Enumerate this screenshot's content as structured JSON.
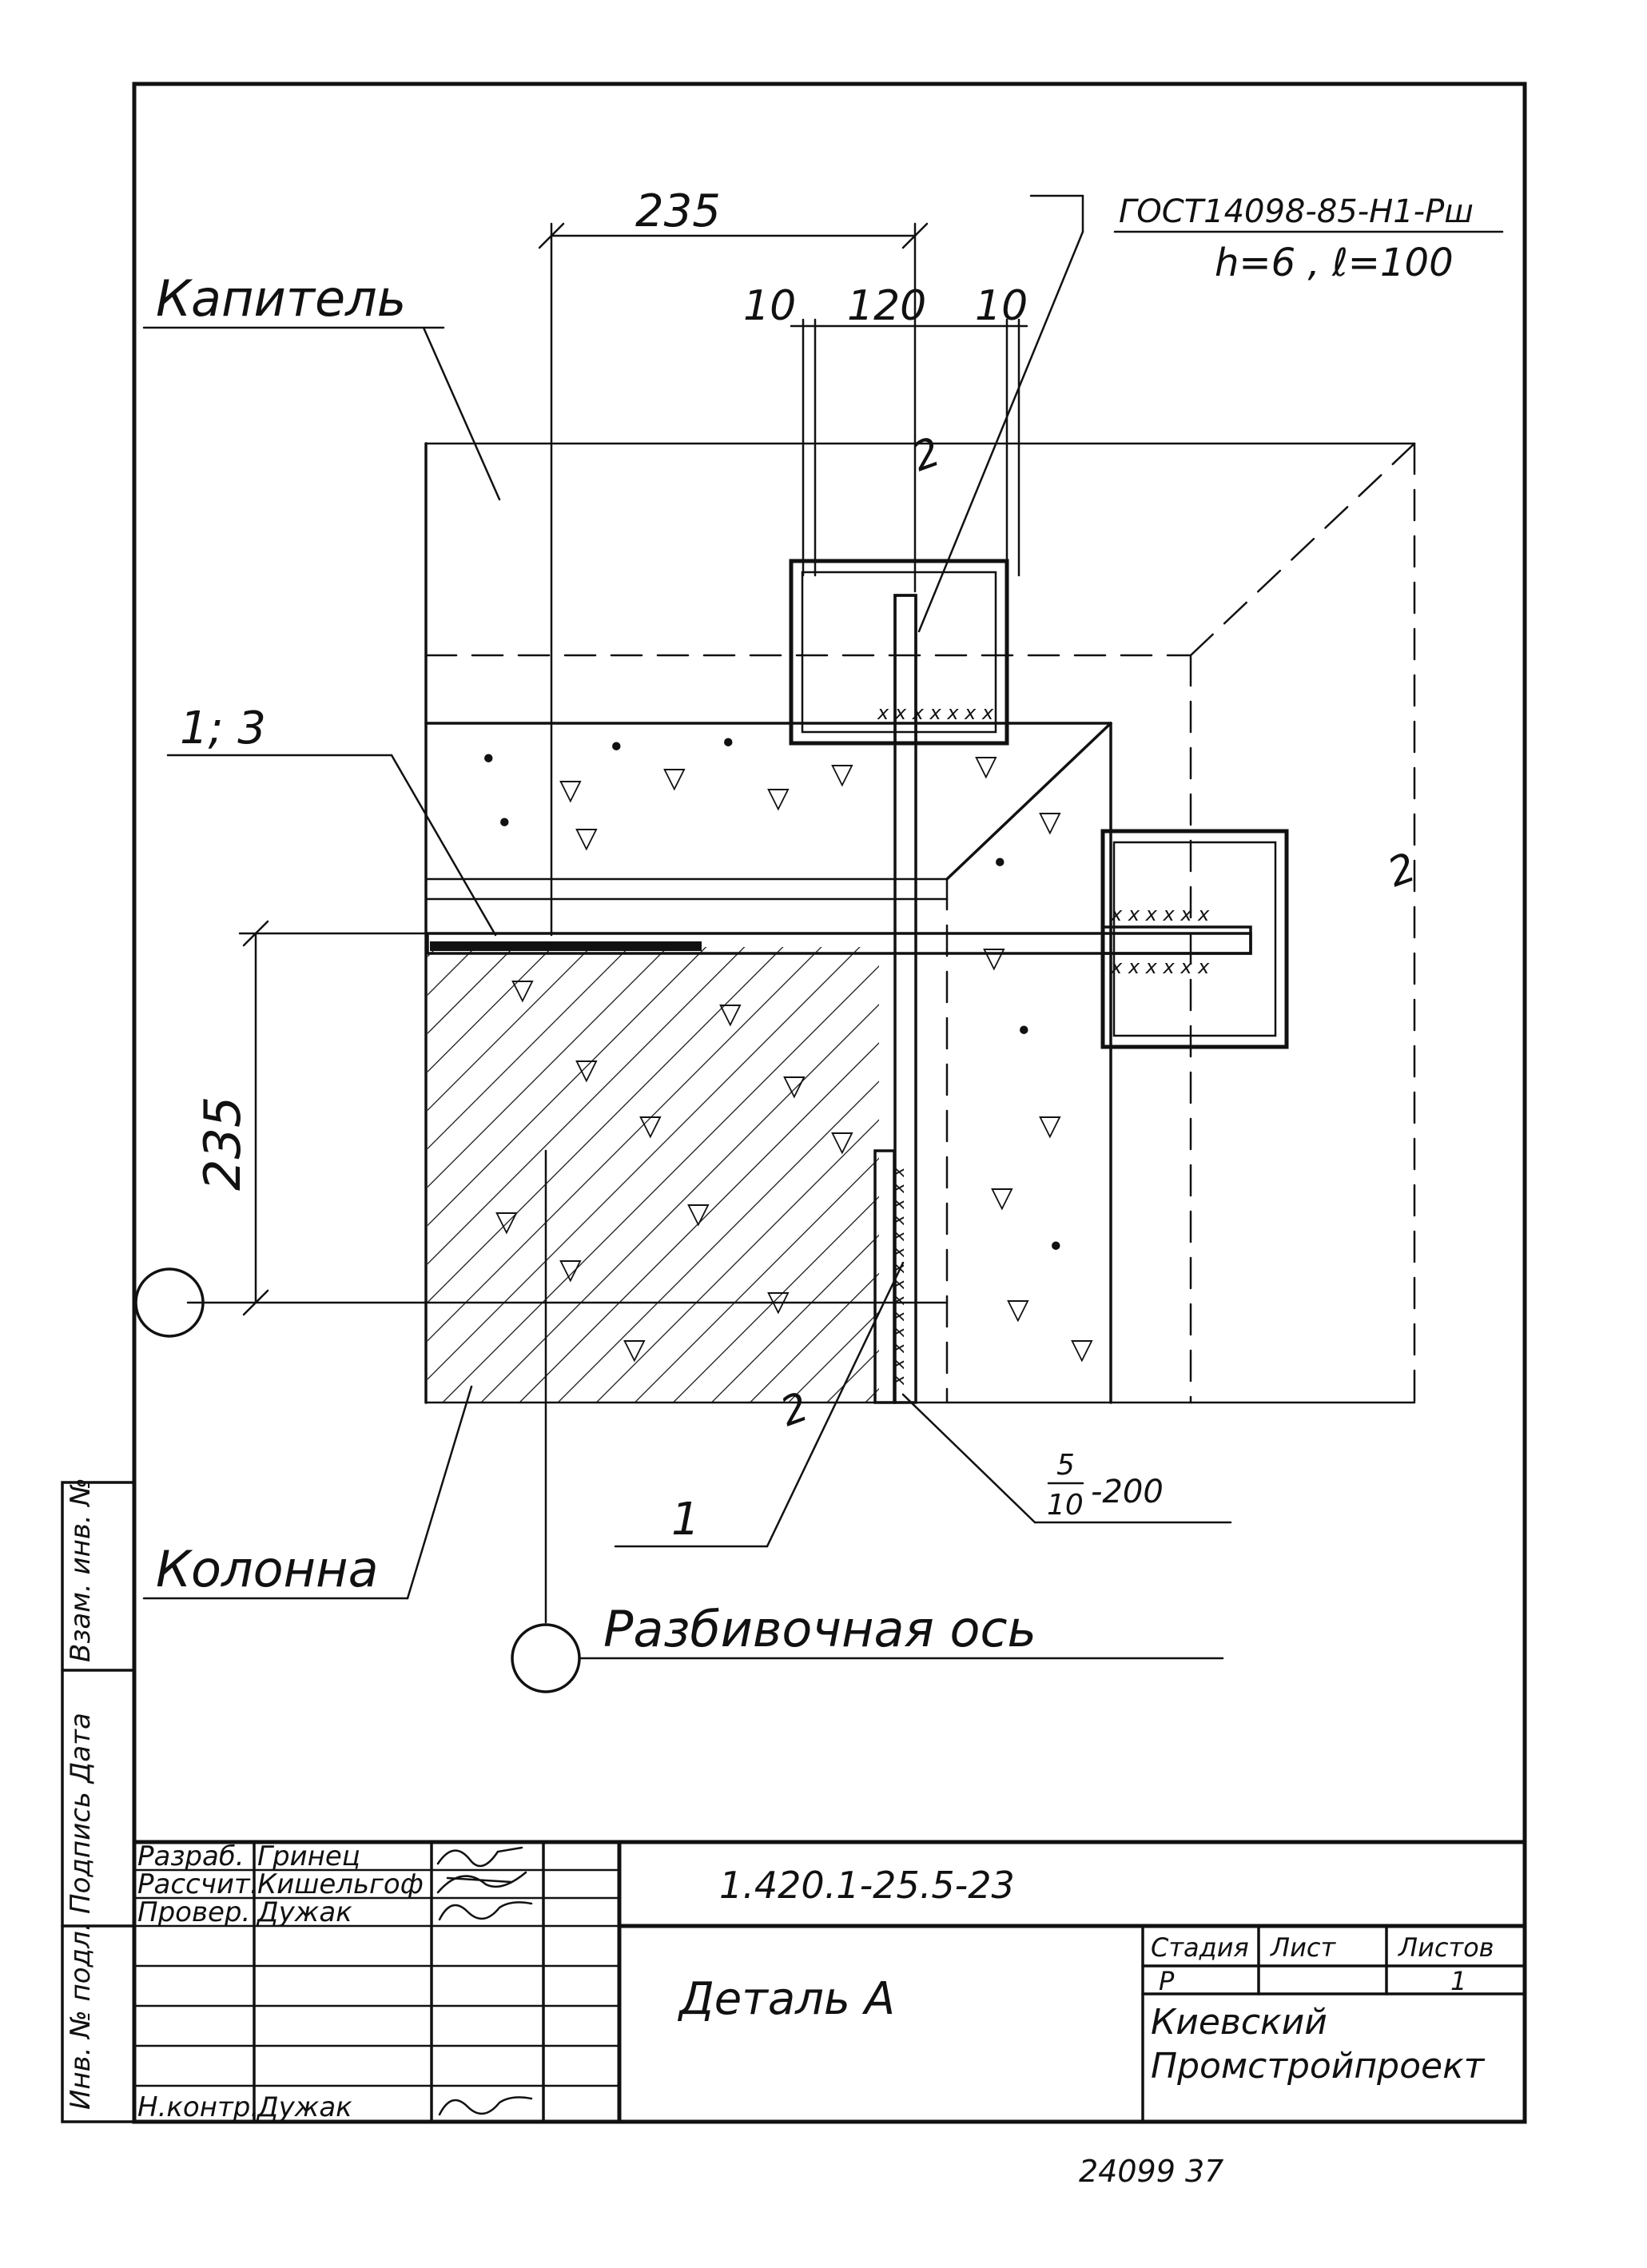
{
  "labels": {
    "kapitel": "Капитель",
    "kolonna": "Колонна",
    "axis": "Разбивочная ось",
    "layers": "1; 3",
    "part1": "1",
    "gost": "ГОСТ14098-85-Н1-Рш",
    "gost_params": "h=6 , ℓ=100",
    "weld": "-200",
    "weld_num": "5",
    "weld_den": "10",
    "section_mark": "2"
  },
  "dimensions": {
    "top_total": "235",
    "left_vertical": "235",
    "gap_left": "10",
    "plate": "120",
    "gap_right": "10"
  },
  "side_stamp": {
    "cells": [
      "Инв. № подл.",
      "Подпись Дата",
      "Взам. инв. №"
    ]
  },
  "title_block": {
    "rows": [
      {
        "role": "Разраб.",
        "name": "Гринец",
        "sign": "signature"
      },
      {
        "role": "Рассчит.",
        "name": "Кишельгоф",
        "sign": "signature"
      },
      {
        "role": "Провер.",
        "name": "Дужак",
        "sign": "signature"
      },
      {
        "role": "",
        "name": "",
        "sign": ""
      },
      {
        "role": "",
        "name": "",
        "sign": ""
      },
      {
        "role": "",
        "name": "",
        "sign": ""
      },
      {
        "role": "Н.контр.",
        "name": "Дужак",
        "sign": "signature"
      }
    ],
    "doc_code": "1.420.1-25.5-23",
    "title": "Деталь А",
    "stage_header": "Стадия",
    "sheet_header": "Лист",
    "sheets_header": "Листов",
    "stage": "Р",
    "sheet": "",
    "sheets": "1",
    "org_line1": "Киевский",
    "org_line2": "Промстройпроект"
  },
  "footer": {
    "number": "24099 37"
  }
}
